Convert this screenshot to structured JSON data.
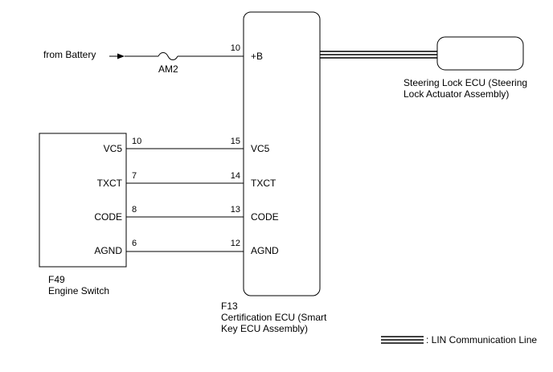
{
  "battery": {
    "label": "from Battery"
  },
  "fuse": {
    "label": "AM2"
  },
  "certification_ecu": {
    "connector": "F13",
    "name_line1": "Certification ECU (Smart",
    "name_line2": "Key ECU Assembly)",
    "plus_b": {
      "pin": "10",
      "label": "+B"
    },
    "terminals": [
      {
        "pin": "15",
        "label": "VC5"
      },
      {
        "pin": "14",
        "label": "TXCT"
      },
      {
        "pin": "13",
        "label": "CODE"
      },
      {
        "pin": "12",
        "label": "AGND"
      }
    ]
  },
  "engine_switch": {
    "connector": "F49",
    "name": "Engine Switch",
    "terminals": [
      {
        "pin": "10",
        "label": "VC5"
      },
      {
        "pin": "7",
        "label": "TXCT"
      },
      {
        "pin": "8",
        "label": "CODE"
      },
      {
        "pin": "6",
        "label": "AGND"
      }
    ]
  },
  "steering_lock_ecu": {
    "name_line1": "Steering Lock ECU (Steering",
    "name_line2": "Lock Actuator Assembly)"
  },
  "legend": {
    "lin_label": ": LIN Communication Line"
  }
}
